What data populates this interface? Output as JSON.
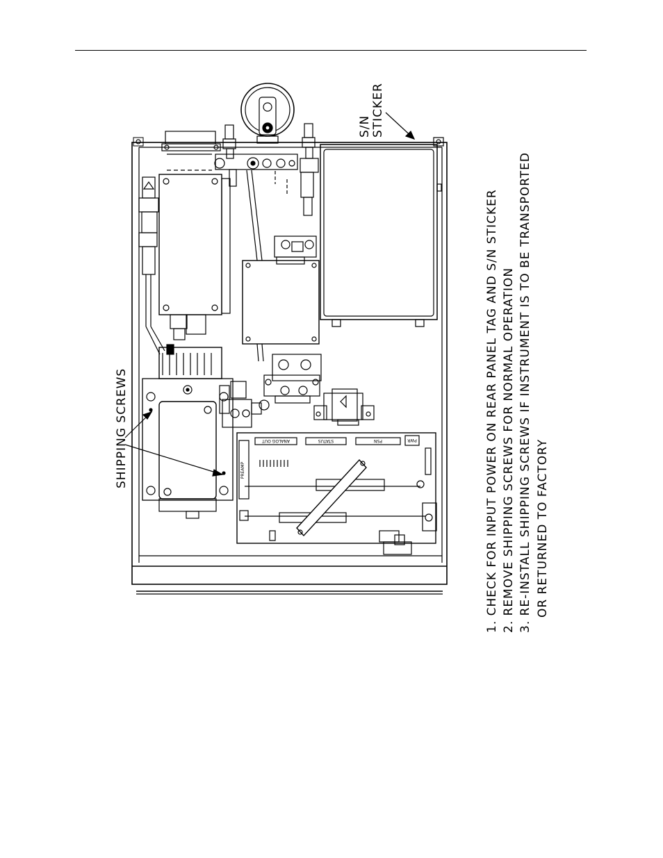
{
  "figure": {
    "callouts": {
      "sn_sticker": {
        "line1": "S/N",
        "line2": "STICKER"
      },
      "shipping_screws": "SHIPPING SCREWS"
    },
    "board_labels": {
      "analog_out": "ANALOG OUT",
      "status": "STATUS",
      "psn": "PSN",
      "pwr": "PWR",
      "preamp": "PREAMP"
    },
    "notes": [
      "1. CHECK FOR INPUT POWER ON  REAR  PANEL TAG AND  S/N  STICKER",
      "2. REMOVE SHIPPING SCREWS FOR NORMAL  OPERATION",
      "3. RE-INSTALL SHIPPING SCREWS IF INSTRUMENT IS TO  BE  TRANSPORTED",
      "OR RETURNED TO FACTORY"
    ]
  },
  "colors": {
    "ink": "#000000",
    "paper": "#ffffff"
  }
}
